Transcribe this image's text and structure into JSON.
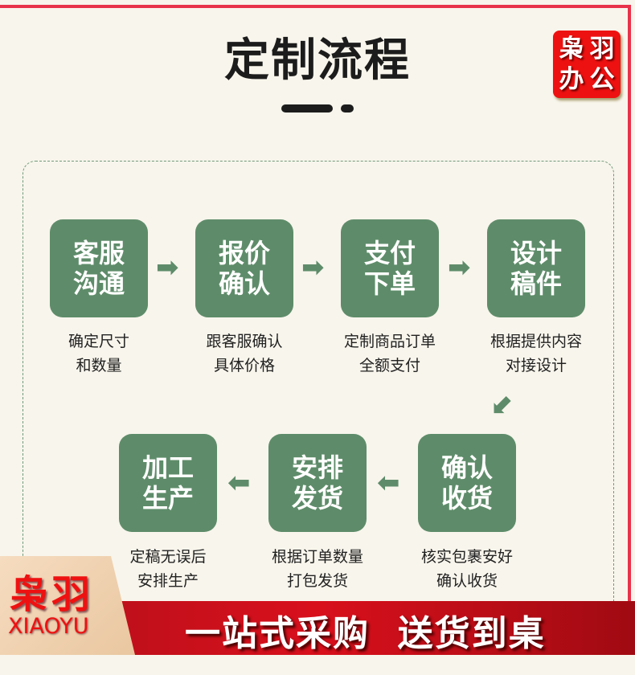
{
  "title": "定制流程",
  "logo": {
    "line1a": "枭",
    "line1b": "羽",
    "line2a": "办",
    "line2b": "公"
  },
  "steps_top": [
    {
      "l1": "客服",
      "l2": "沟通",
      "d1": "确定尺寸",
      "d2": "和数量"
    },
    {
      "l1": "报价",
      "l2": "确认",
      "d1": "跟客服确认",
      "d2": "具体价格"
    },
    {
      "l1": "支付",
      "l2": "下单",
      "d1": "定制商品订单",
      "d2": "全额支付"
    },
    {
      "l1": "设计",
      "l2": "稿件",
      "d1": "根据提供内容",
      "d2": "对接设计"
    }
  ],
  "steps_bottom": [
    {
      "l1": "加工",
      "l2": "生产",
      "d1": "定稿无误后",
      "d2": "安排生产"
    },
    {
      "l1": "安排",
      "l2": "发货",
      "d1": "根据订单数量",
      "d2": "打包发货"
    },
    {
      "l1": "确认",
      "l2": "收货",
      "d1": "核实包裹安好",
      "d2": "确认收货"
    }
  ],
  "banner": {
    "brand": "枭羽",
    "brand_en": "XIAOYU",
    "slogan": "一站式采购  送货到桌"
  },
  "colors": {
    "accent": "#5e8c6a",
    "brand": "#ee1111",
    "banner": "#c8101a"
  }
}
